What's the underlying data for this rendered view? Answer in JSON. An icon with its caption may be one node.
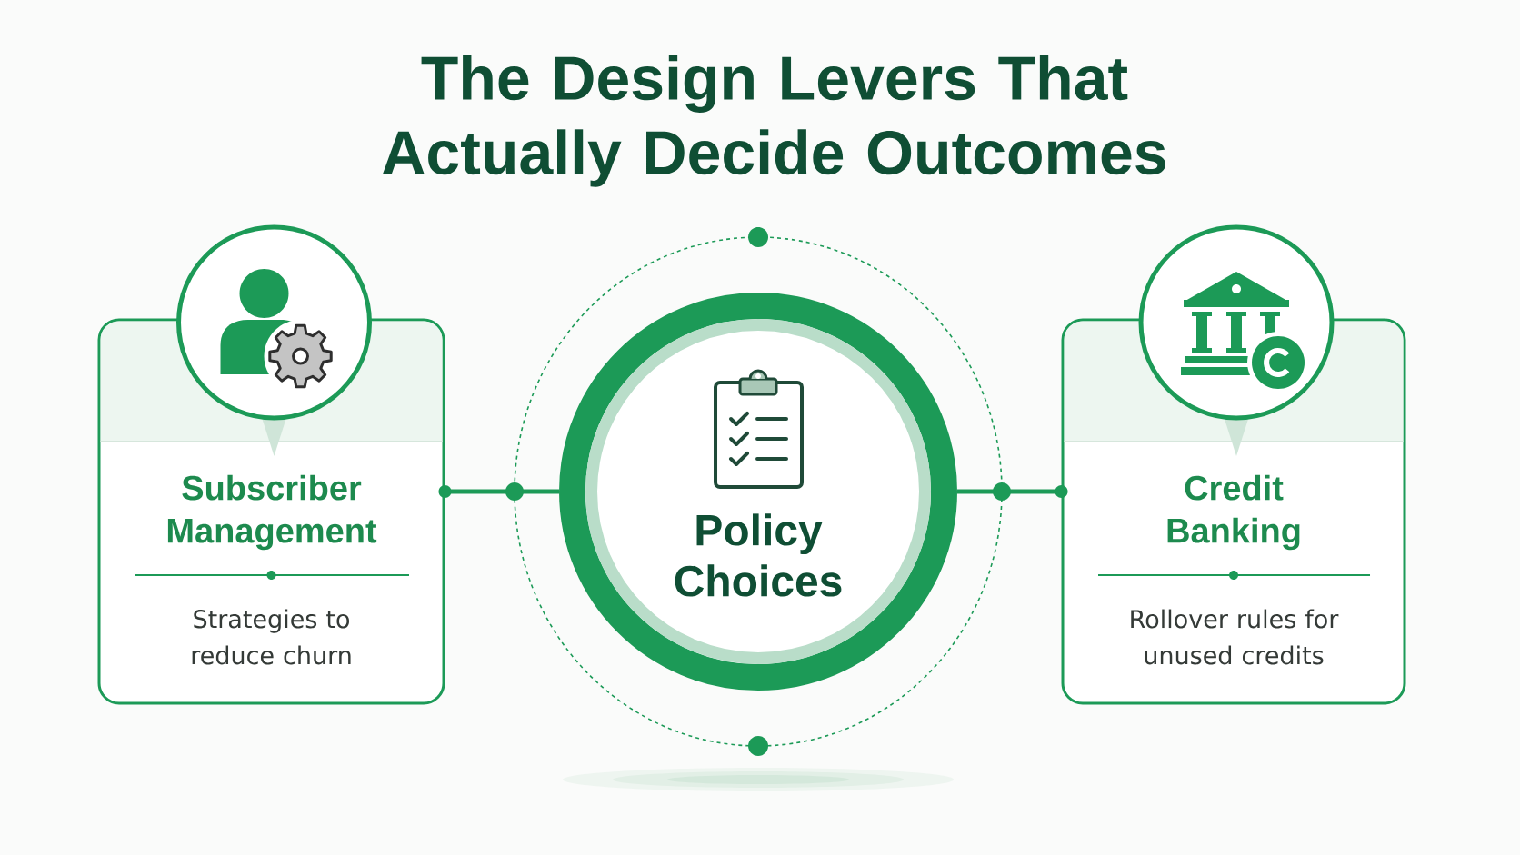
{
  "diagram": {
    "title": "The Design Levers That Actually Decide Outcomes",
    "nodes": [
      {
        "text": [
          "Subscriber Management",
          "Strategies to reduce churn"
        ]
      },
      {
        "text": [
          "Policy Choices"
        ]
      },
      {
        "text": [
          "Credit Banking",
          "Rollover rules for unused credits"
        ]
      }
    ],
    "edges": [
      {
        "from": 0,
        "to": 1,
        "arrow": "other"
      },
      {
        "from": 2,
        "to": 1,
        "arrow": "other"
      }
    ]
  }
}
